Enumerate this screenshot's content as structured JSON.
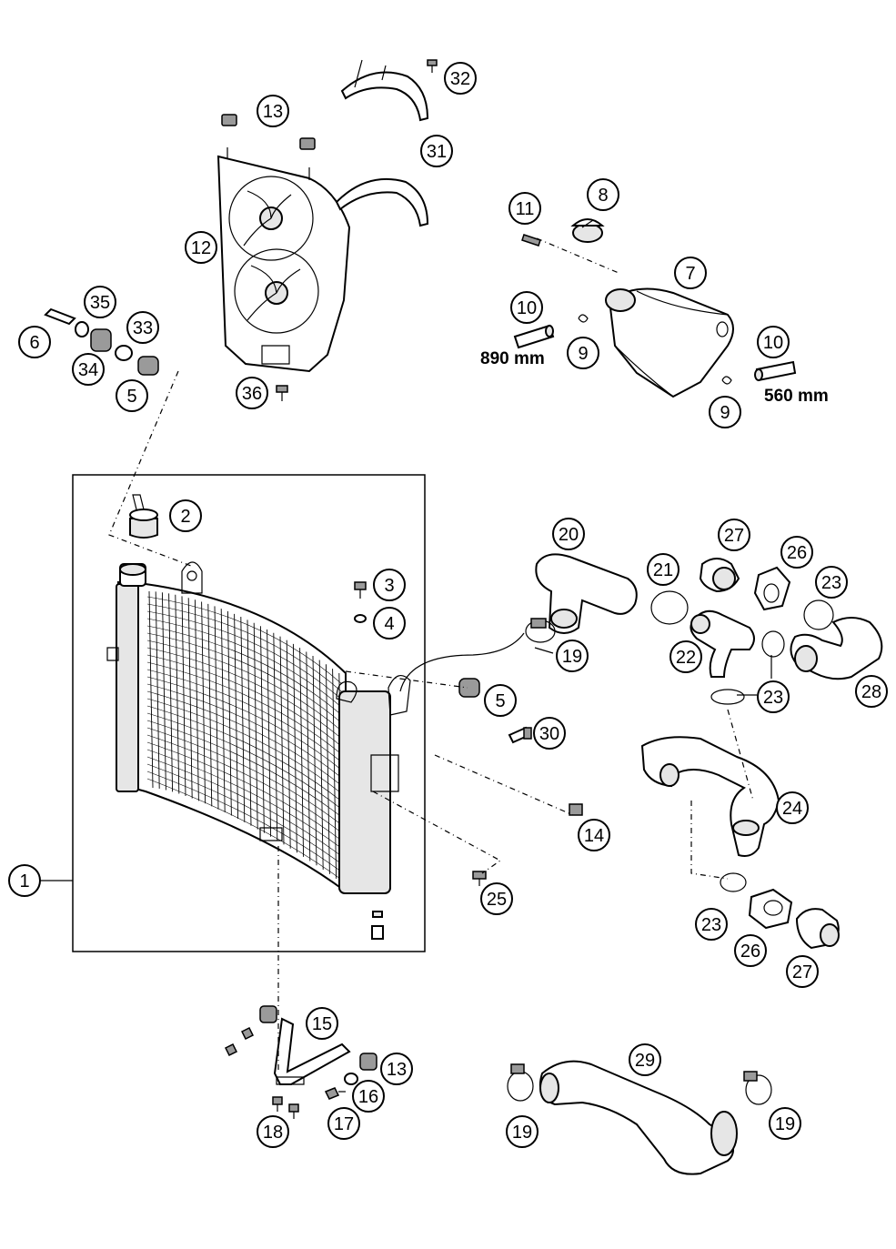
{
  "callouts": [
    {
      "id": "c1",
      "label": "1"
    },
    {
      "id": "c2",
      "label": "2"
    },
    {
      "id": "c3",
      "label": "3"
    },
    {
      "id": "c4",
      "label": "4"
    },
    {
      "id": "c5a",
      "label": "5"
    },
    {
      "id": "c5b",
      "label": "5"
    },
    {
      "id": "c6",
      "label": "6"
    },
    {
      "id": "c7",
      "label": "7"
    },
    {
      "id": "c8",
      "label": "8"
    },
    {
      "id": "c9a",
      "label": "9"
    },
    {
      "id": "c9b",
      "label": "9"
    },
    {
      "id": "c10a",
      "label": "10"
    },
    {
      "id": "c10b",
      "label": "10"
    },
    {
      "id": "c11",
      "label": "11"
    },
    {
      "id": "c12",
      "label": "12"
    },
    {
      "id": "c13a",
      "label": "13"
    },
    {
      "id": "c13b",
      "label": "13"
    },
    {
      "id": "c14",
      "label": "14"
    },
    {
      "id": "c15",
      "label": "15"
    },
    {
      "id": "c16",
      "label": "16"
    },
    {
      "id": "c17",
      "label": "17"
    },
    {
      "id": "c18",
      "label": "18"
    },
    {
      "id": "c19a",
      "label": "19"
    },
    {
      "id": "c19b",
      "label": "19"
    },
    {
      "id": "c19c",
      "label": "19"
    },
    {
      "id": "c20",
      "label": "20"
    },
    {
      "id": "c21",
      "label": "21"
    },
    {
      "id": "c22",
      "label": "22"
    },
    {
      "id": "c23a",
      "label": "23"
    },
    {
      "id": "c23b",
      "label": "23"
    },
    {
      "id": "c23c",
      "label": "23"
    },
    {
      "id": "c24",
      "label": "24"
    },
    {
      "id": "c25",
      "label": "25"
    },
    {
      "id": "c26a",
      "label": "26"
    },
    {
      "id": "c26b",
      "label": "26"
    },
    {
      "id": "c27a",
      "label": "27"
    },
    {
      "id": "c27b",
      "label": "27"
    },
    {
      "id": "c28",
      "label": "28"
    },
    {
      "id": "c29",
      "label": "29"
    },
    {
      "id": "c30",
      "label": "30"
    },
    {
      "id": "c31",
      "label": "31"
    },
    {
      "id": "c32",
      "label": "32"
    },
    {
      "id": "c33",
      "label": "33"
    },
    {
      "id": "c34",
      "label": "34"
    },
    {
      "id": "c35",
      "label": "35"
    },
    {
      "id": "c36",
      "label": "36"
    }
  ],
  "dimensions": {
    "hose_left": "890 mm",
    "hose_right": "560 mm"
  }
}
